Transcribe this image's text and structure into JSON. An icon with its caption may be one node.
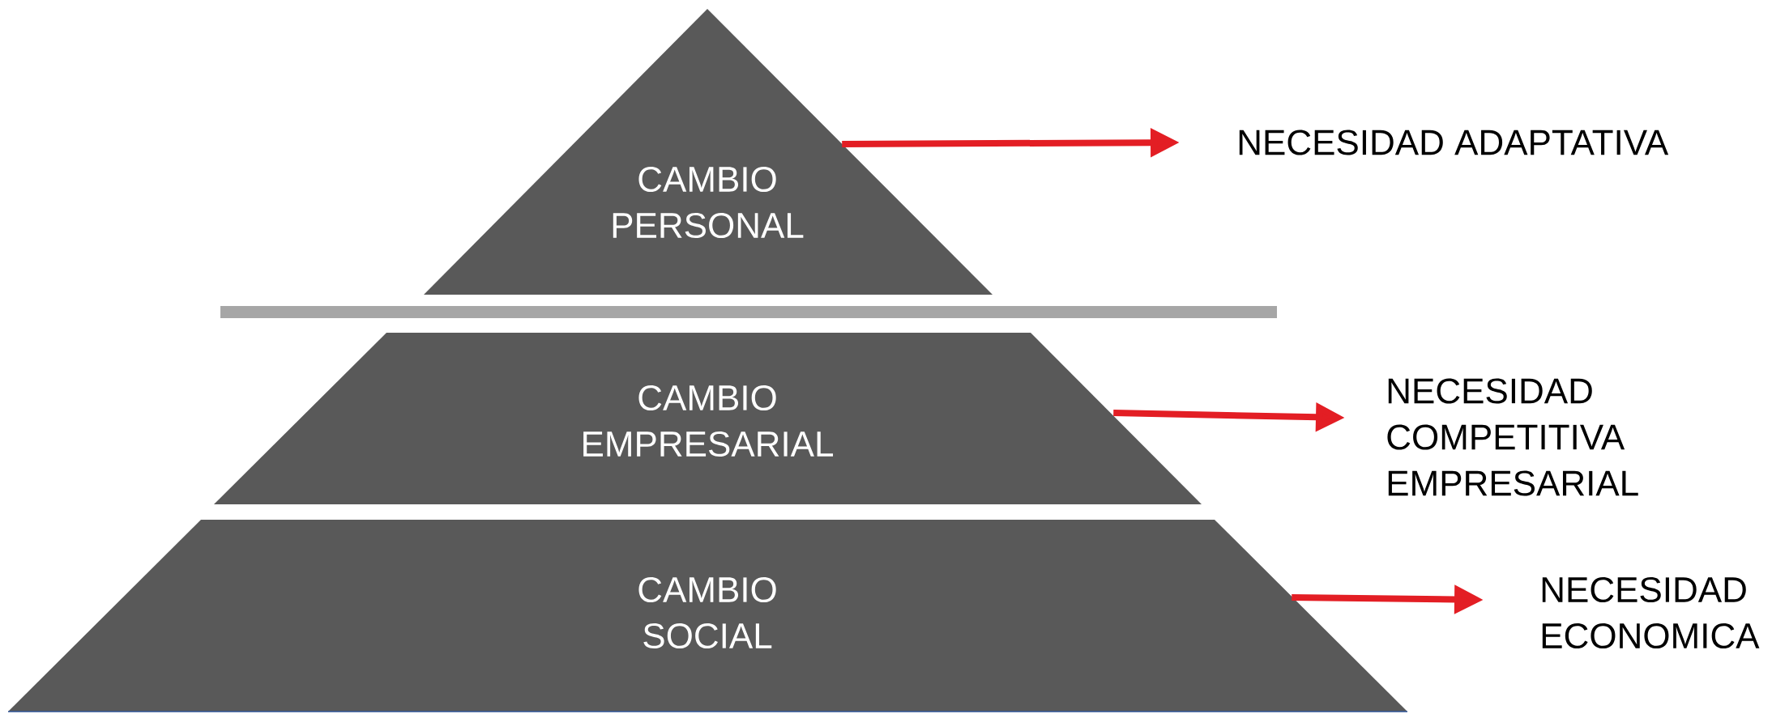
{
  "diagram": {
    "nodes": [
      {
        "text": [
          "CAMBIO PERSONAL"
        ]
      },
      {
        "text": [],
        "shape": "bar"
      },
      {
        "text": [
          "CAMBIO EMPRESARIAL"
        ]
      },
      {
        "text": [
          "CAMBIO SOCIAL"
        ]
      },
      {
        "text": [
          "NECESIDAD ADAPTATIVA"
        ]
      },
      {
        "text": [
          "NECESIDAD COMPETITIVA EMPRESARIAL"
        ]
      },
      {
        "text": [
          "NECESIDAD ECONOMICA"
        ]
      }
    ],
    "edges": [
      {
        "from": 0,
        "to": 4,
        "arrow": "to"
      },
      {
        "from": 2,
        "to": 5,
        "arrow": "to"
      },
      {
        "from": 3,
        "to": 6,
        "arrow": "to"
      }
    ]
  }
}
